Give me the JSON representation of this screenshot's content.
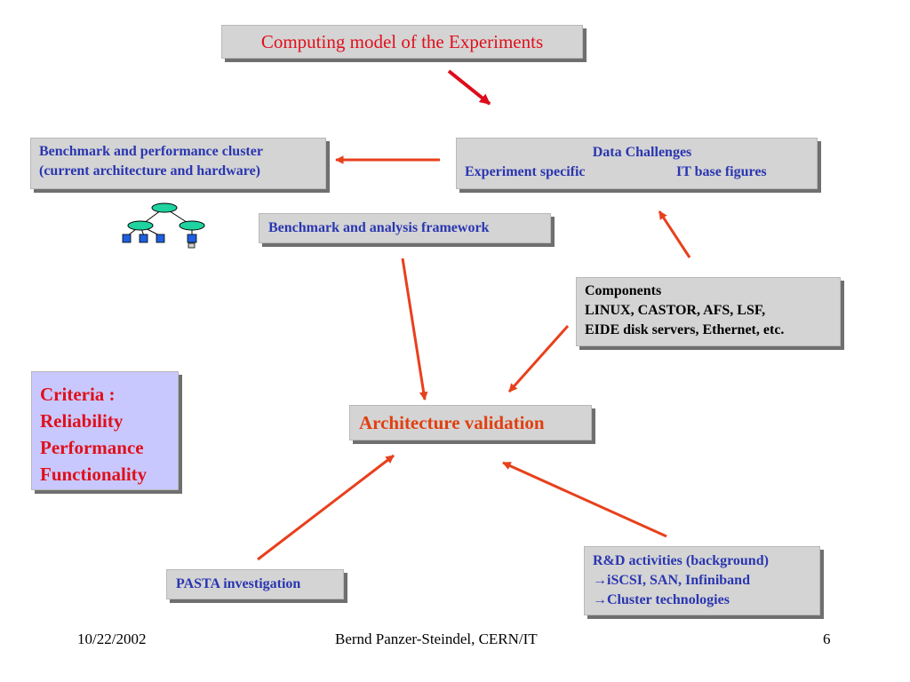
{
  "slide": {
    "title": "Computing model of the Experiments",
    "benchmark_cluster": {
      "line1": "Benchmark and performance cluster",
      "line2": "(current architecture and hardware)"
    },
    "data_challenges": {
      "title": "Data Challenges",
      "left": "Experiment specific",
      "right": "IT base figures"
    },
    "framework": "Benchmark and analysis framework",
    "components": {
      "title": "Components",
      "line1": "LINUX, CASTOR, AFS, LSF,",
      "line2": "EIDE disk servers, Ethernet, etc."
    },
    "criteria": {
      "title": "Criteria :",
      "items": [
        "Reliability",
        "Performance",
        "Functionality"
      ]
    },
    "architecture": "Architecture validation",
    "pasta": "PASTA investigation",
    "rnd": {
      "title": "R&D activities (background)",
      "line1": "→iSCSI, SAN, Infiniband",
      "line2": "→Cluster technologies"
    },
    "colors": {
      "title_text": "#e0101c",
      "body_text": "#2a36b0",
      "arrow": "#e8401c",
      "box_fill": "#d4d4d4",
      "criteria_fill": "#c8c8ff"
    }
  },
  "footer": {
    "date": "10/22/2002",
    "author": "Bernd Panzer-Steindel,  CERN/IT",
    "page": "6"
  }
}
